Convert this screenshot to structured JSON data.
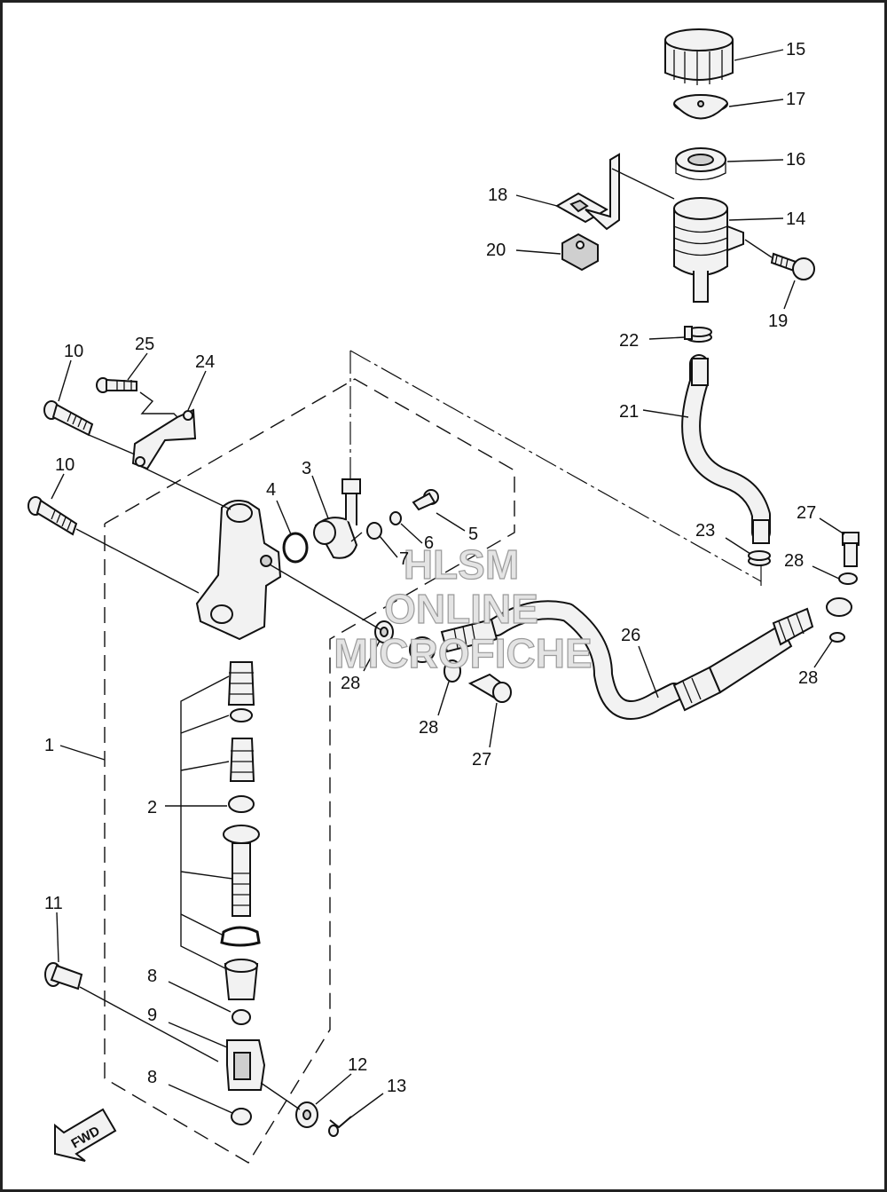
{
  "diagram": {
    "watermark": [
      "HLSM",
      "ONLINE",
      "MICROFICHE"
    ],
    "direction_label": "FWD",
    "callouts": [
      {
        "id": "c15",
        "text": "15"
      },
      {
        "id": "c17",
        "text": "17"
      },
      {
        "id": "c16",
        "text": "16"
      },
      {
        "id": "c18",
        "text": "18"
      },
      {
        "id": "c14",
        "text": "14"
      },
      {
        "id": "c20",
        "text": "20"
      },
      {
        "id": "c19",
        "text": "19"
      },
      {
        "id": "c22",
        "text": "22"
      },
      {
        "id": "c21",
        "text": "21"
      },
      {
        "id": "c10a",
        "text": "10"
      },
      {
        "id": "c25",
        "text": "25"
      },
      {
        "id": "c24",
        "text": "24"
      },
      {
        "id": "c10b",
        "text": "10"
      },
      {
        "id": "c3",
        "text": "3"
      },
      {
        "id": "c4",
        "text": "4"
      },
      {
        "id": "c5",
        "text": "5"
      },
      {
        "id": "c6",
        "text": "6"
      },
      {
        "id": "c7",
        "text": "7"
      },
      {
        "id": "c27a",
        "text": "27"
      },
      {
        "id": "c23",
        "text": "23"
      },
      {
        "id": "c28a",
        "text": "28"
      },
      {
        "id": "c26",
        "text": "26"
      },
      {
        "id": "c28b",
        "text": "28"
      },
      {
        "id": "c28c",
        "text": "28"
      },
      {
        "id": "c28d",
        "text": "28"
      },
      {
        "id": "c27b",
        "text": "27"
      },
      {
        "id": "c1",
        "text": "1"
      },
      {
        "id": "c2",
        "text": "2"
      },
      {
        "id": "c11",
        "text": "11"
      },
      {
        "id": "c8a",
        "text": "8"
      },
      {
        "id": "c9",
        "text": "9"
      },
      {
        "id": "c8b",
        "text": "8"
      },
      {
        "id": "c12",
        "text": "12"
      },
      {
        "id": "c13",
        "text": "13"
      }
    ]
  }
}
